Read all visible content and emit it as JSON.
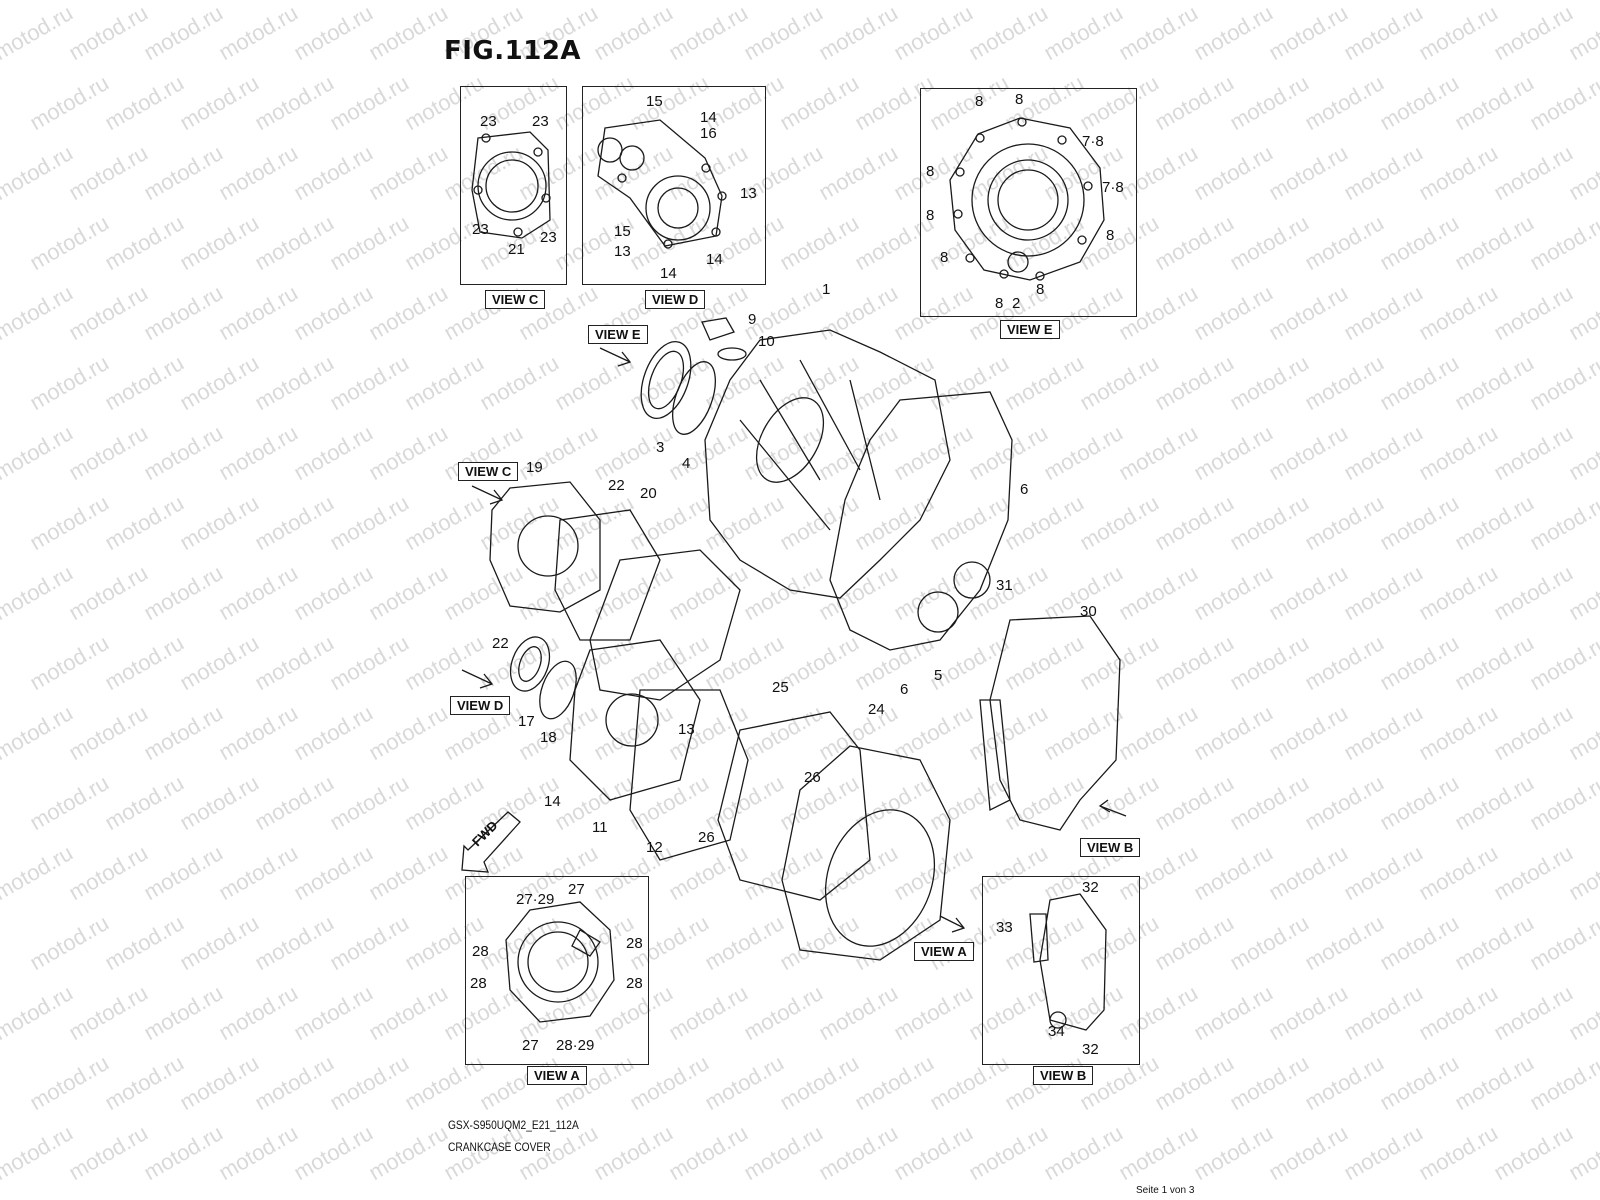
{
  "watermark": "motod.ru",
  "figure": {
    "title": "FIG.112A",
    "model_code": "GSX-S950UQM2_E21_112A",
    "name": "CRANKCASE COVER",
    "page": "Seite 1 von 3"
  },
  "views": {
    "c": {
      "label": "VIEW C",
      "callouts": [
        "23",
        "23",
        "23",
        "23",
        "21"
      ]
    },
    "d": {
      "label": "VIEW D",
      "callouts": [
        "15",
        "14",
        "16",
        "13",
        "15",
        "13",
        "14",
        "14"
      ]
    },
    "e": {
      "label": "VIEW E",
      "callouts": [
        "8",
        "8",
        "7·8",
        "8",
        "7·8",
        "8",
        "8",
        "8",
        "8",
        "2",
        "8"
      ]
    },
    "a": {
      "label": "VIEW A",
      "callouts": [
        "27·29",
        "27",
        "28",
        "28",
        "28",
        "28",
        "27",
        "28·29"
      ]
    },
    "b": {
      "label": "VIEW B",
      "callouts": [
        "32",
        "33",
        "34",
        "32"
      ]
    }
  },
  "main_callouts": [
    "1",
    "9",
    "10",
    "3",
    "4",
    "19",
    "22",
    "20",
    "6",
    "31",
    "30",
    "5",
    "6",
    "22",
    "17",
    "18",
    "13",
    "25",
    "24",
    "14",
    "11",
    "12",
    "26",
    "26"
  ],
  "arrow_labels": {
    "view_e": "VIEW E",
    "view_c": "VIEW C",
    "view_d": "VIEW D",
    "view_a": "VIEW A",
    "view_b": "VIEW B",
    "fwd": "FWD"
  }
}
